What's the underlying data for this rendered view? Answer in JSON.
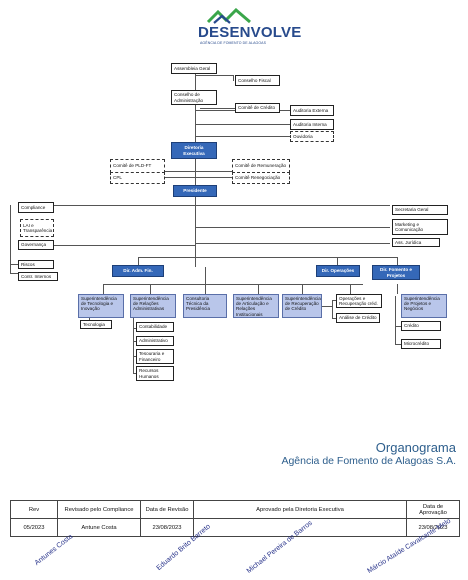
{
  "logo": {
    "name": "DESENVOLVE",
    "tagline": "AGÊNCIA DE FOMENTO DE ALAGOAS"
  },
  "chart": {
    "assembleia": "Assembleia Geral",
    "conselho_fiscal": "Conselho Fiscal",
    "conselho_adm": "Conselho de Administração",
    "comite_credito": "Comitê de Crédito",
    "auditoria_externa": "Auditoria Externa",
    "auditoria_interna": "Auditoria Interna",
    "ouvidoria": "Ouvidoria",
    "diretoria_executiva": "Diretoria Executiva",
    "comite_pld": "Comitê de PLD-FT",
    "comite_remuneracao": "Comitê de Remuneração",
    "cpl": "CPL",
    "comite_renegociacao": "Comitê Renegociação",
    "presidente": "Presidente",
    "compliance": "Compliance",
    "lai": "LAI e Transparência",
    "governanca": "Governança",
    "riscos": "Riscos",
    "contr_internos": "Contr. Internos",
    "secretaria_geral": "Secretaria Geral",
    "marketing": "Marketing e Comunicação",
    "ass_juridica": "Ass. Jurídica",
    "dir_adm": "Dir. Adm. Fin.",
    "dir_operacoes": "Dir. Operações",
    "dir_fomento": "Dir. Fomento e Projetos",
    "sup_tecnologia": "Superintendência de Tecnologia e Inovação",
    "tecnologia": "Tecnologia",
    "sup_rel_adm": "Superintendência de Relações Administrativas",
    "contabilidade": "Contabilidade",
    "administrativo": "Administrativo",
    "tesouraria": "Tesouraria e Financeiro",
    "recursos_humanos": "Recursos Humanos",
    "consultoria": "Consultoria Técnica da Presidência",
    "sup_articulacao": "Superintendência de Articulação e Relações Institucionais",
    "sup_recuperacao": "Superintendência de Recuperação de Crédito",
    "operacoes_recuperacao": "Operações e Recuperação créd.",
    "analise_credito": "Análise de Crédito",
    "sup_projetos": "Superintendência de Projetos e Negócios",
    "credito": "Crédito",
    "microcredito": "Microcrédito"
  },
  "title": {
    "main": "Organograma",
    "sub": "Agência de Fomento de Alagoas S.A."
  },
  "table": {
    "headers": {
      "rev": "Rev",
      "revisado": "Revisado pelo Compliance",
      "data_revisao": "Data de Revisão",
      "aprovado": "Aprovado pela Diretoria Executiva",
      "data_aprovacao": "Data de Aprovação"
    },
    "row": {
      "rev": "05/2023",
      "revisado": "Antune Costa",
      "data_revisao": "23/08/2023",
      "aprovado": "",
      "data_aprovacao": "23/08/2023"
    }
  },
  "signatures": [
    "Antunes Costa",
    "Eduardo Brito Barreto",
    "Michael Pereira de Barros",
    "Márcio Ataíde Cavalcante Melo"
  ]
}
